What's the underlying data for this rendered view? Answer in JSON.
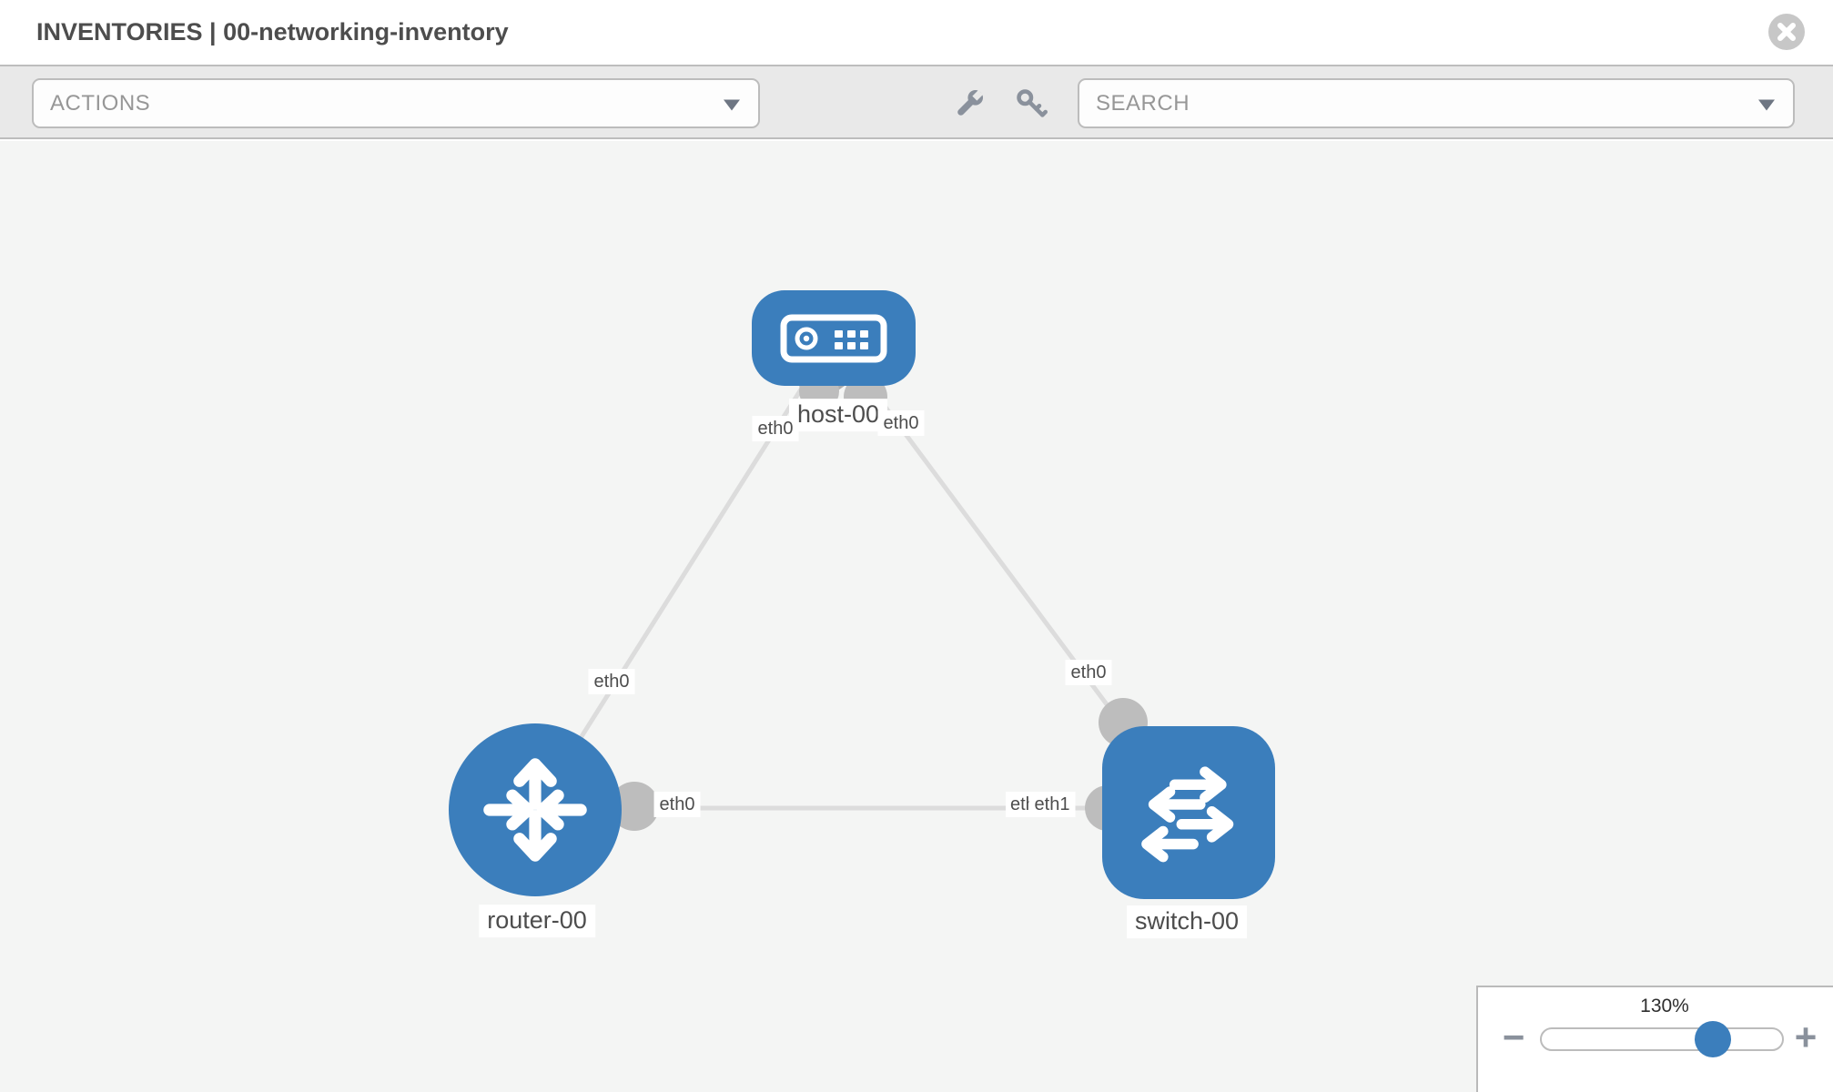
{
  "header": {
    "title": "INVENTORIES | 00-networking-inventory"
  },
  "toolbar": {
    "actions_label": "ACTIONS",
    "search_label": "SEARCH",
    "icons": [
      "wrench-icon",
      "key-icon",
      "chevron-down-icon"
    ]
  },
  "topology": {
    "nodes": [
      {
        "id": "host-00",
        "type": "host",
        "label": "host-00",
        "icon": "host-icon"
      },
      {
        "id": "router-00",
        "type": "router",
        "label": "router-00",
        "icon": "router-icon"
      },
      {
        "id": "switch-00",
        "type": "switch",
        "label": "switch-00",
        "icon": "switch-icon"
      }
    ],
    "links": [
      {
        "from": "host-00",
        "to": "router-00",
        "from_interface": "eth0",
        "to_interface": "eth0"
      },
      {
        "from": "host-00",
        "to": "switch-00",
        "from_interface": "eth0",
        "to_interface": "eth0"
      },
      {
        "from": "router-00",
        "to": "switch-00",
        "from_interface": "eth0",
        "to_interface": "eth1",
        "to_interface_overlapped": "eth1"
      }
    ]
  },
  "zoom_control": {
    "level": "130%",
    "minus_glyph": "−",
    "plus_glyph": "+"
  },
  "colors": {
    "node_blue": "#3b7ebc",
    "link_gray": "#dcdcdc",
    "endpoint_gray": "#bdbdbd",
    "toolbar_bg": "#e9e9e9",
    "canvas_bg": "#f4f5f4",
    "text_dark": "#4d4d4d"
  }
}
